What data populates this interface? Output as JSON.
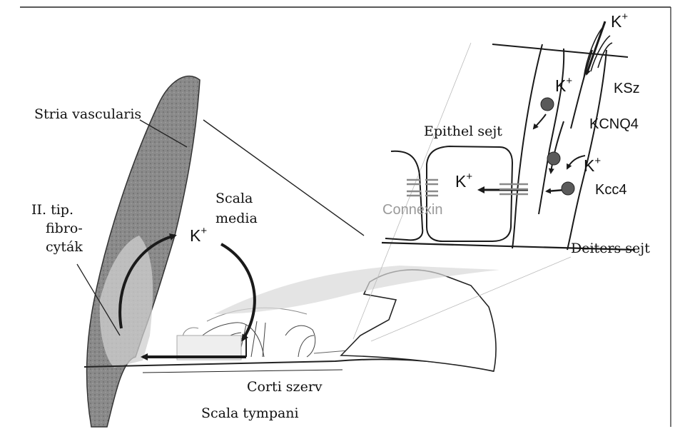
{
  "labels": {
    "stria_vascularis": "Stria vascularis",
    "fibrocytes_line1": "II. tip.",
    "fibrocytes_line2": "fibro-",
    "fibrocytes_line3": "cyták",
    "scala_media_line1": "Scala",
    "scala_media_line2": "media",
    "corti": "Corti szerv",
    "scala_tympani": "Scala tympani",
    "epithel": "Epithel sejt",
    "deiters": "Deiters sejt",
    "ksz": "KSz",
    "kcnq4": "KCNQ4",
    "kcc4": "Kcc4",
    "connexin": "Connexin"
  },
  "ions": {
    "k_main": "K",
    "plus": "+"
  },
  "colors": {
    "stria_fill": "#7a7a7a",
    "ink": "#1a1a1a",
    "channel_dot": "#5a5a5a",
    "connexin_gray": "#9a9a9a"
  }
}
